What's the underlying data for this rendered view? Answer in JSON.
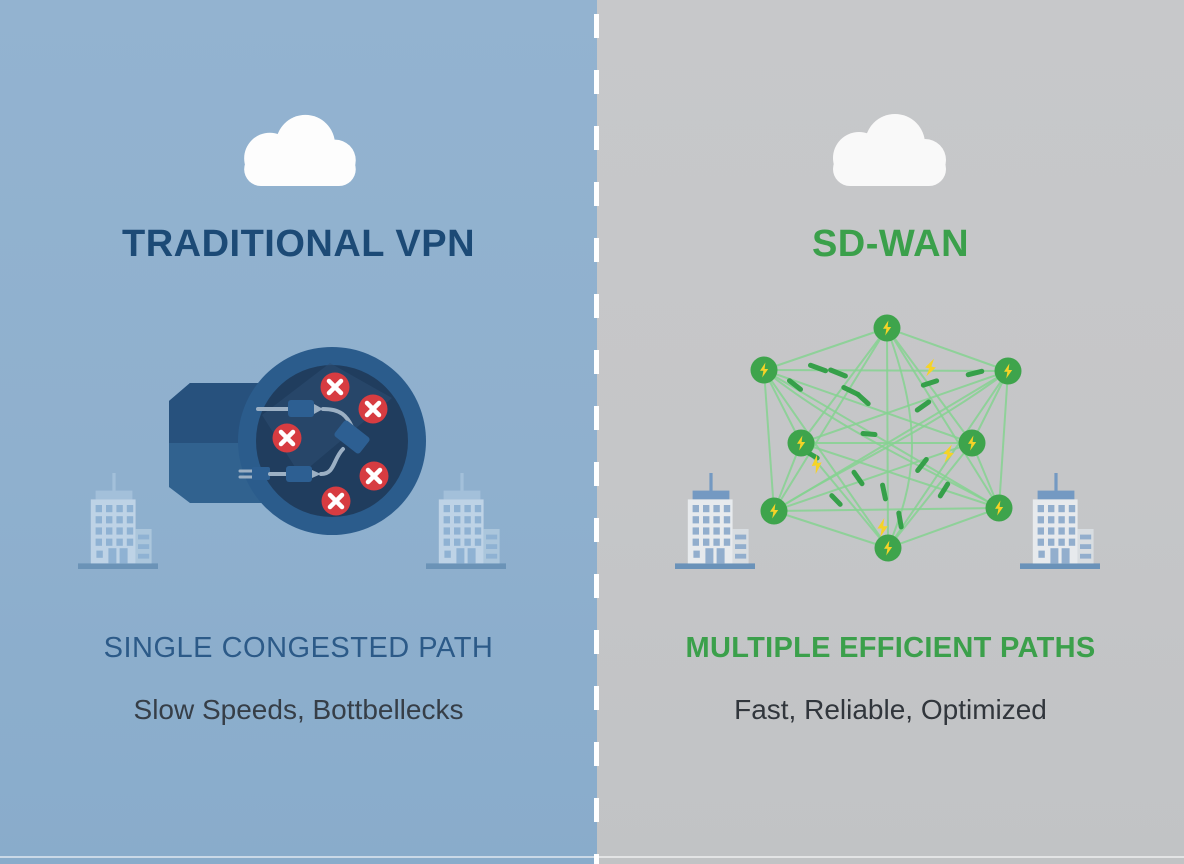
{
  "meta": {
    "type": "comparison-infographic",
    "topic": "Traditional VPN vs SD-WAN"
  },
  "divider": {
    "style": "dashed-white",
    "color": "#ffffff"
  },
  "left": {
    "title": "TRADITIONAL VPN",
    "subtitle": "SINGLE CONGESTED PATH",
    "caption": "Slow Speeds, Bottbellecks",
    "icons": [
      "cloud-icon",
      "vpn-tunnel-icon",
      "error-x-icon",
      "cable-plug-icon",
      "building-icon"
    ],
    "error_badge_count": 5,
    "colors": {
      "background": "#8FB0CE",
      "title": "#1C4A76",
      "subtitle": "#2C5A88",
      "caption": "#363E47",
      "tunnel_pipe_dark": "#27517D",
      "tunnel_pipe_light": "#31628F",
      "tunnel_ring": "#2B5C8C",
      "tunnel_inner": "#203D5E",
      "error_red": "#D73C41",
      "cable_gray": "#9CB0C4"
    }
  },
  "right": {
    "title": "SD-WAN",
    "subtitle": "MULTIPLE EFFICIENT PATHS",
    "caption": "Fast, Reliable, Optimized",
    "icons": [
      "cloud-icon",
      "mesh-network-icon",
      "network-node-icon",
      "lightning-bolt-icon",
      "building-icon"
    ],
    "node_count": 8,
    "colors": {
      "background": "#C5C6C8",
      "title": "#3BA04B",
      "subtitle": "#3BA04B",
      "caption": "#31363C",
      "node_green": "#3EA44C",
      "line_green": "#85D290",
      "dash_green": "#2F9E44",
      "bolt_yellow": "#F5D327"
    }
  }
}
